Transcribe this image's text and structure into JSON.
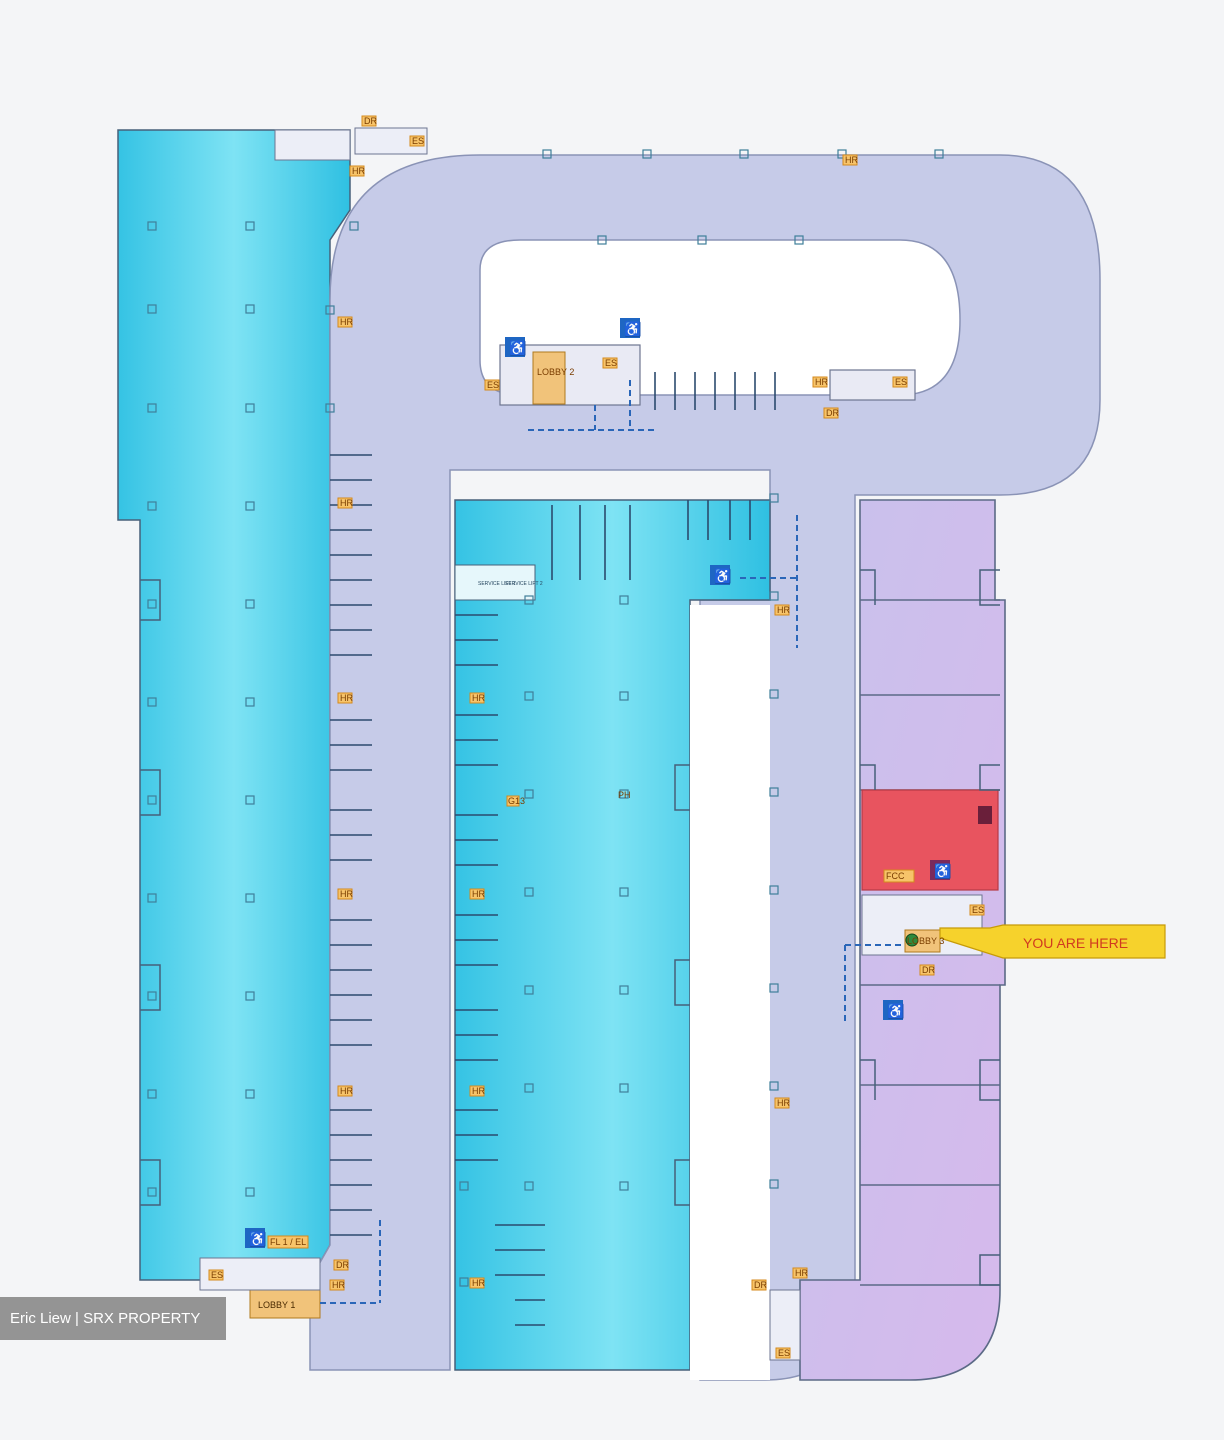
{
  "map": {
    "labels": {
      "hr": "HR",
      "dr": "DR",
      "es": "ES",
      "lobby": "LOBBY 1",
      "lobby2": "LOBBY 2",
      "lobby3": "LOBBY 3",
      "lift1": "SERVICE LIFT 1",
      "lift2": "SERVICE LIFT 2",
      "fl": "FL 1 / EL",
      "you_are_here": "YOU ARE HERE",
      "fire": "FCC",
      "g13": "G13",
      "room_label": "PH"
    },
    "colors": {
      "blue_zone": "#39c9e6",
      "light_blue": "#6fdcf0",
      "road": "#c7cbe9",
      "purple_zone": "#cdb9ec",
      "red_unit": "#e8545f",
      "yellow_callout": "#f6d22c",
      "accessible": "#1e66c3"
    }
  },
  "watermark": {
    "text": "Eric Liew | SRX PROPERTY"
  }
}
